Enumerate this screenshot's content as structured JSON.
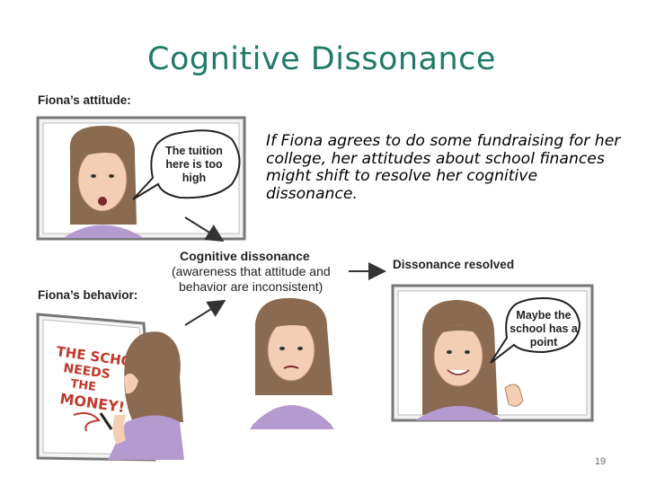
{
  "slide": {
    "title": "Cognitive Dissonance",
    "body_text": "If Fiona agrees to do some fundraising for her college, her attitudes about school finances might shift to resolve her cognitive dissonance.",
    "page_number": "19",
    "title_color": "#1f7a68"
  },
  "diagram": {
    "attitude_label": "Fiona’s attitude:",
    "behavior_label": "Fiona’s behavior:",
    "bubble_attitude": [
      "The tuition",
      "here is too",
      "high"
    ],
    "board_writing": [
      "THE SCHOOL",
      "NEEDS",
      "THE",
      "MONEY!"
    ],
    "dissonance_heading": "Cognitive dissonance",
    "dissonance_detail": [
      "(awareness that attitude and",
      "behavior are inconsistent)"
    ],
    "resolved_label": "Dissonance resolved",
    "bubble_resolved": [
      "Maybe the",
      "school has a",
      "point"
    ]
  }
}
